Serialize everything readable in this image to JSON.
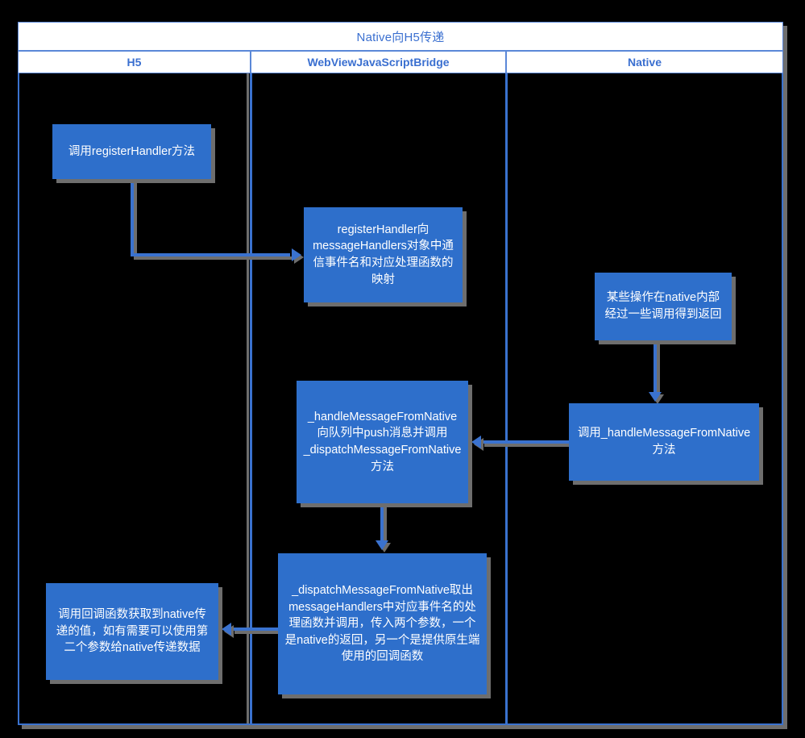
{
  "diagram": {
    "title": "Native向H5传递",
    "background_color": "#000000",
    "node_fill_color": "#2e6fcb",
    "accent_color": "#3a72cf",
    "header_text_color": "#3a6fd0",
    "shadow_color": "#6e6e6e",
    "lanes": [
      {
        "id": "h5",
        "label": "H5"
      },
      {
        "id": "bridge",
        "label": "WebViewJavaScriptBridge"
      },
      {
        "id": "native",
        "label": "Native"
      }
    ],
    "nodes": [
      {
        "id": "register-handler",
        "lane": "h5",
        "text": "调用registerHandler方法"
      },
      {
        "id": "register-map",
        "lane": "bridge",
        "text": "registerHandler向messageHandlers对象中通信事件名和对应处理函数的映射"
      },
      {
        "id": "native-ops",
        "lane": "native",
        "text": "某些操作在native内部经过一些调用得到返回"
      },
      {
        "id": "handle-from-native",
        "lane": "bridge",
        "text": "_handleMessageFromNative向队列中push消息并调用_dispatchMessageFromNative方法"
      },
      {
        "id": "call-handle",
        "lane": "native",
        "text": "调用_handleMessageFromNative方法"
      },
      {
        "id": "dispatch",
        "lane": "bridge",
        "text": "_dispatchMessageFromNative取出messageHandlers中对应事件名的处理函数并调用，传入两个参数，一个是native的返回，另一个是提供原生端使用的回调函数"
      },
      {
        "id": "callback",
        "lane": "h5",
        "text": "调用回调函数获取到native传递的值，如有需要可以使用第二个参数给native传递数据"
      }
    ],
    "edges": [
      {
        "from": "register-handler",
        "to": "register-map",
        "direction": "right"
      },
      {
        "from": "native-ops",
        "to": "call-handle",
        "direction": "down"
      },
      {
        "from": "call-handle",
        "to": "handle-from-native",
        "direction": "left"
      },
      {
        "from": "handle-from-native",
        "to": "dispatch",
        "direction": "down"
      },
      {
        "from": "dispatch",
        "to": "callback",
        "direction": "left"
      }
    ]
  }
}
